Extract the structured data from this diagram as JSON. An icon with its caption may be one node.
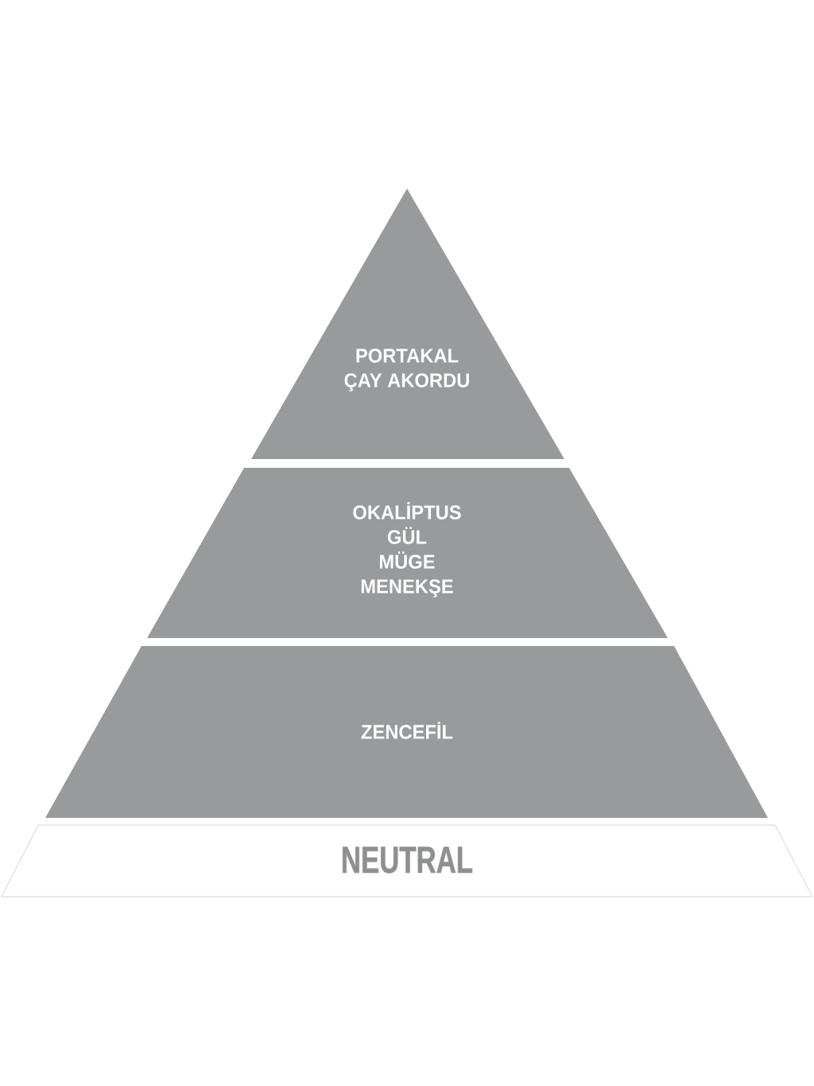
{
  "diagram": {
    "nodes": [
      {
        "text": [
          "PORTAKAL",
          "ÇAY AKORDU"
        ]
      },
      {
        "text": [
          "OKALİPTUS",
          "GÜL",
          "MÜGE",
          "MENEKŞE"
        ]
      },
      {
        "text": [
          "ZENCEFİL"
        ]
      },
      {
        "text": [
          "NEUTRAL"
        ]
      }
    ]
  }
}
